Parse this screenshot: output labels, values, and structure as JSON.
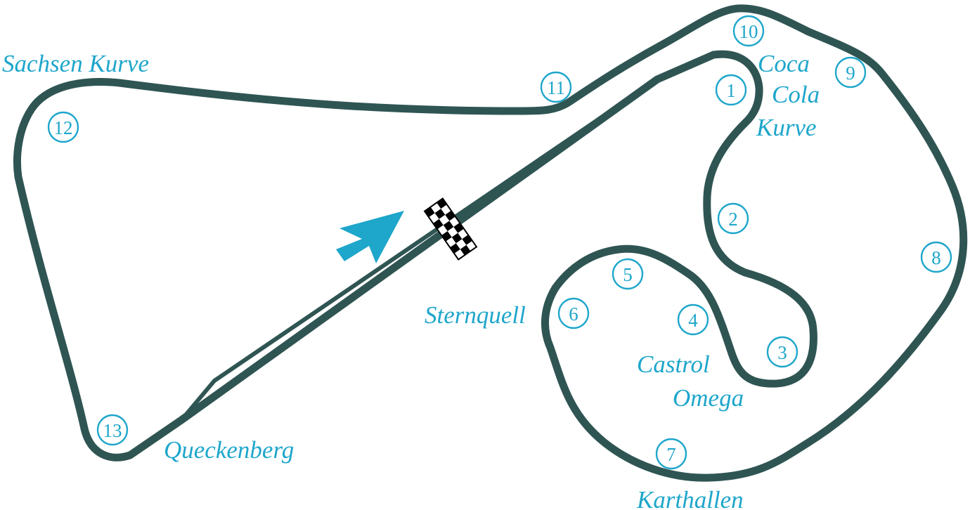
{
  "colors": {
    "track": "#2f5553",
    "accent": "#1ea6cb",
    "background": "#ffffff",
    "flag_dark": "#000000",
    "flag_light": "#ffffff"
  },
  "icons": {
    "start_finish": "checkered-flag-icon",
    "direction": "direction-arrow-icon"
  },
  "corners": [
    "1",
    "2",
    "3",
    "4",
    "5",
    "6",
    "7",
    "8",
    "9",
    "10",
    "11",
    "12",
    "13"
  ],
  "corner_names": {
    "coca_cola": [
      "Coca",
      "Cola",
      "Kurve"
    ],
    "sachsen": "Sachsen Kurve",
    "sternquell": "Sternquell",
    "castrol": [
      "Castrol",
      "Omega"
    ],
    "karthallen": "Karthallen",
    "queckenberg": "Queckenberg"
  }
}
